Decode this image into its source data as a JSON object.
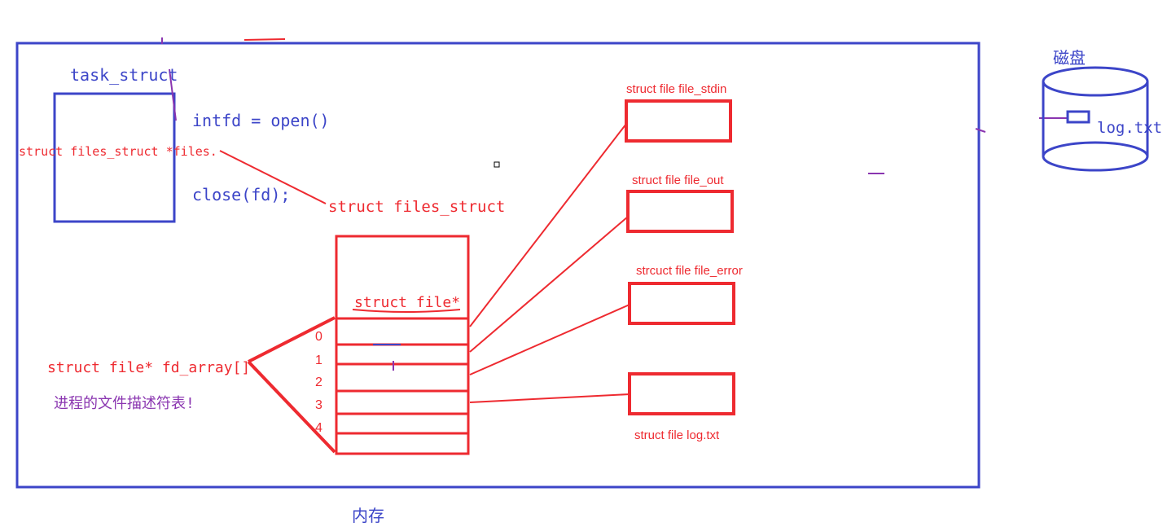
{
  "colors": {
    "blue": "#3c45c8",
    "red": "#ee2a30",
    "purple": "#8a35b0",
    "background": "#ffffff"
  },
  "memory": {
    "label": "内存"
  },
  "disk": {
    "label": "磁盘",
    "file_label": "log.txt"
  },
  "task_struct": {
    "title": "task_struct",
    "field": "struct files_struct *files."
  },
  "code": {
    "open_line": "intfd = open()",
    "close_line": "close(fd);"
  },
  "files_struct": {
    "title": "struct files_struct",
    "entry_type": "struct file*",
    "array_decl": "struct file* fd_array[]",
    "array_desc": "进程的文件描述符表!",
    "indices": [
      "0",
      "1",
      "2",
      "3",
      "4"
    ]
  },
  "files": [
    {
      "label": "struct file file_stdin"
    },
    {
      "label": "struct file file_out"
    },
    {
      "label": "strcuct file file_error"
    },
    {
      "label": "struct file log.txt"
    }
  ]
}
